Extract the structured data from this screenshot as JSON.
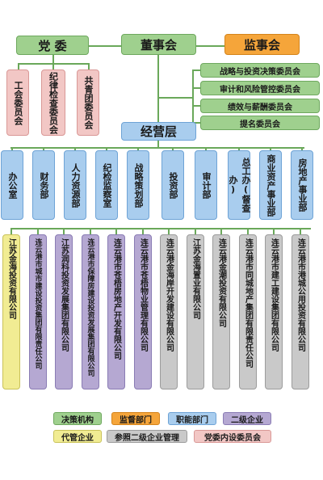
{
  "top": {
    "party": "党 委",
    "board": "董事会",
    "supervisory": "监事会"
  },
  "party_units": [
    "工会委员会",
    "纪律检查委员会",
    "共青团委员会"
  ],
  "committees": [
    "战略与投资决策委员会",
    "审计和风险管控委员会",
    "绩效与薪酬委员会",
    "提名委员会"
  ],
  "management": "经营层",
  "departments": [
    "办公室",
    "财务部",
    "人力资源部",
    "纪检监察室",
    "战略策划部",
    "投资部",
    "审计部",
    "总工办(督查办)",
    "商业资产事业部",
    "房地产事业部"
  ],
  "companies": [
    {
      "name": "江苏金海投资有限公司",
      "type": "yellow"
    },
    {
      "name": "连云港市城市建设投资集团有限责任公司",
      "type": "purple"
    },
    {
      "name": "江苏润科投资发展集团有限公司",
      "type": "purple"
    },
    {
      "name": "连云港市保障房建设投资发展集团有限公司",
      "type": "purple"
    },
    {
      "name": "连云港市苍梧房地产开发有限公司",
      "type": "purple"
    },
    {
      "name": "连云港市苍梧物业管理有限公司",
      "type": "purple"
    },
    {
      "name": "连云港金海岸开发建设有限公司",
      "type": "gray"
    },
    {
      "name": "江苏金海置业有限公司",
      "type": "gray"
    },
    {
      "name": "连云港金潮投资有限公司",
      "type": "gray"
    },
    {
      "name": "连云港市同城地产集团有限责任公司",
      "type": "gray"
    },
    {
      "name": "连云港市建工建设集团有限公司",
      "type": "gray"
    },
    {
      "name": "连云港市港城公用投资有限公司",
      "type": "gray"
    }
  ],
  "legend": {
    "decision": "决策机构",
    "supervision": "监督部门",
    "functional": "职能部门",
    "secondary": "二级企业",
    "managed": "代管企业",
    "reference": "参照二级企业管理",
    "party_internal": "党委内设委员会"
  },
  "colors": {
    "green": "#9fd08e",
    "orange": "#f5a53a",
    "blue": "#a9cdee",
    "pink": "#f2c7c5",
    "purple": "#b5a8d2",
    "gray": "#c9c9c9",
    "yellow": "#f1ec93"
  }
}
